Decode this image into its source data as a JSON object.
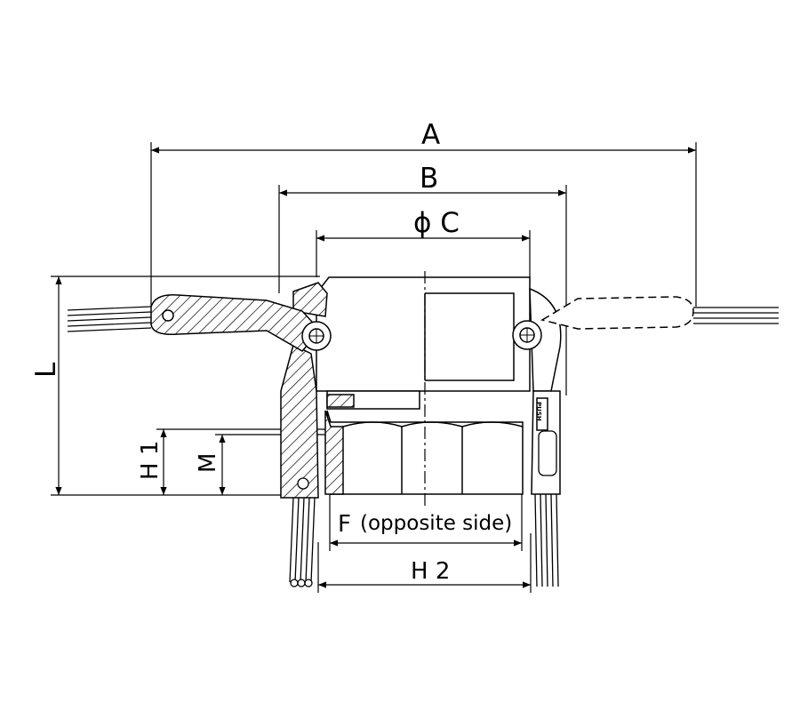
{
  "labels": {
    "A": "A",
    "B": "B",
    "C": "ϕ C",
    "L": "L",
    "H1": "H 1",
    "M": "M",
    "F": "F",
    "F_note": "(opposite side)",
    "H2": "H 2",
    "push": "PUSH"
  }
}
